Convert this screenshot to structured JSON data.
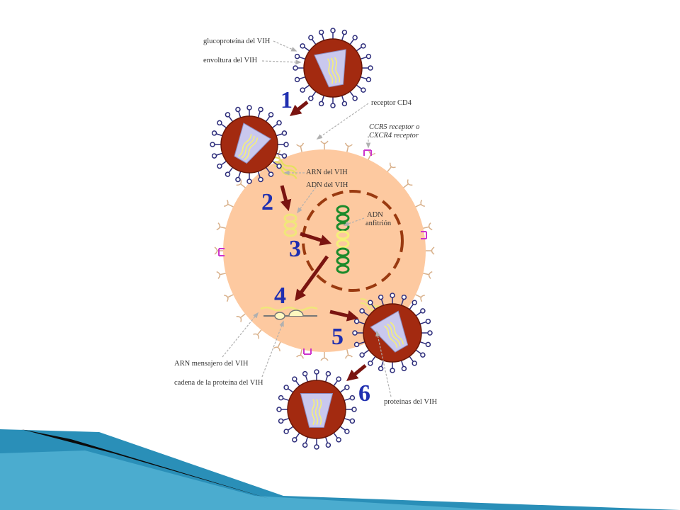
{
  "colors": {
    "cell": "#fdc9a0",
    "virion": "#a32a10",
    "virion_dark": "#6a1605",
    "spike": "#2c2c7a",
    "capsid": "#c9c8ee",
    "rna": "#f5f07a",
    "host_dna": "#1a8a2a",
    "arrow": "#7a1410",
    "number": "#1f2fb0",
    "pointer": "#b0b0b0",
    "receptor": "#d8b08a",
    "coreceptor": "#cc33cc",
    "nucleus": "#9a3a10",
    "band_blue": "#2a8fb8",
    "band_dark": "#0b0b0b"
  },
  "steps": [
    "1",
    "2",
    "3",
    "4",
    "5",
    "6"
  ],
  "labels": {
    "glycoprotein": "glucoproteína del VIH",
    "envelope": "envoltura del VIH",
    "cd4": "receptor CD4",
    "coreceptor_line1": "CCR5 receptor o",
    "coreceptor_line2": "CXCR4 receptor",
    "viral_rna": "ARN del VIH",
    "viral_dna": "ADN del VIH",
    "host_dna_line1": "ADN",
    "host_dna_line2": "anfitrión",
    "mrna": "ARN mensajero del VIH",
    "protein_chain": "cadena de la proteína del VIH",
    "proteins": "proteínas del VIH"
  }
}
